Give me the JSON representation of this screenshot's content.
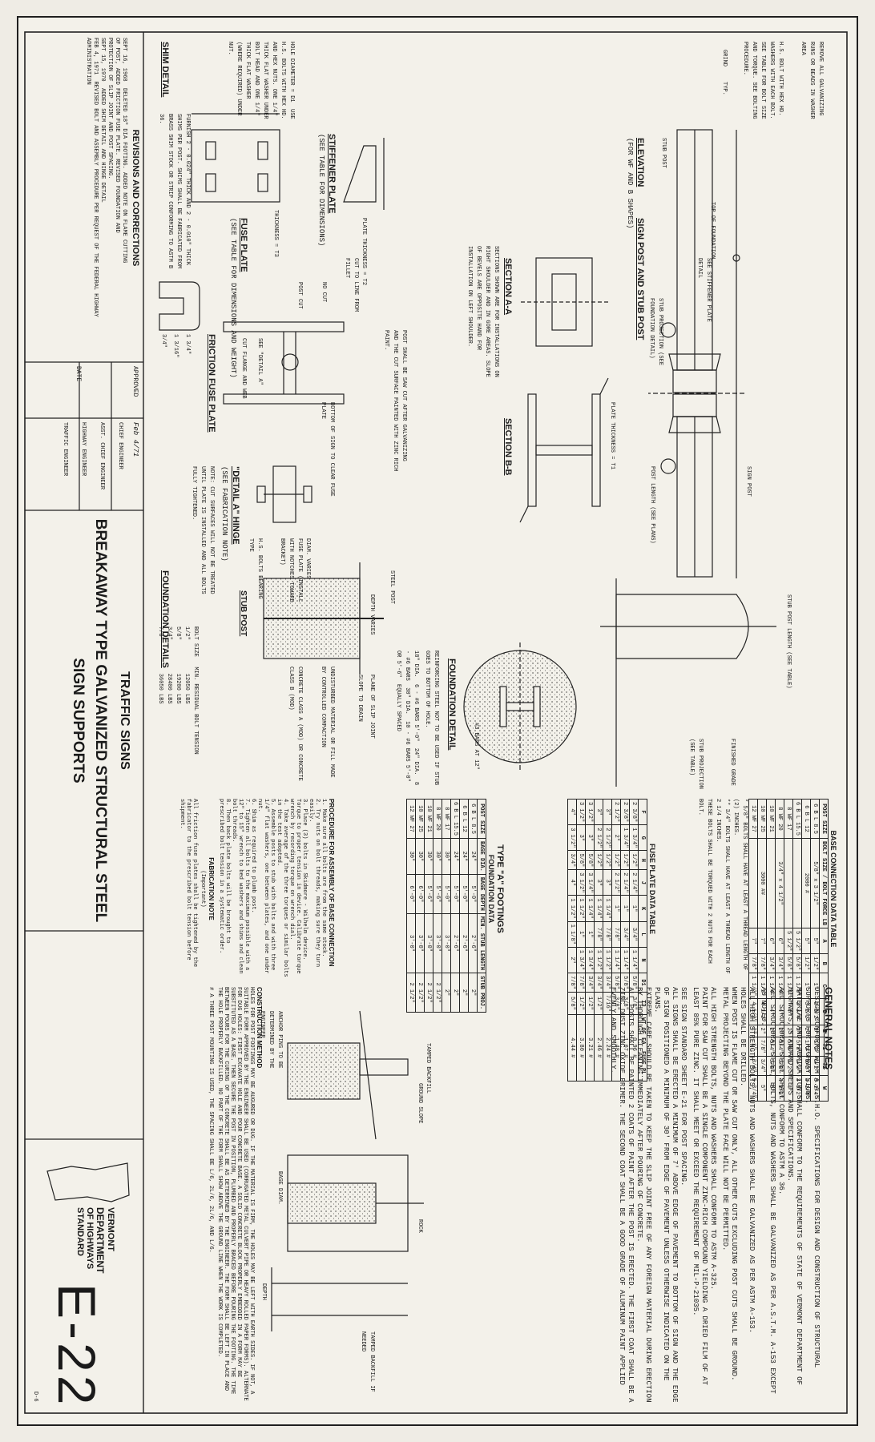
{
  "title_block": {
    "line1": "TRAFFIC SIGNS",
    "line2": "BREAKAWAY TYPE GALVANIZED STRUCTURAL STEEL",
    "line3": "SIGN SUPPORTS",
    "agency_state": "VERMONT",
    "agency_dept": "DEPARTMENT",
    "agency_of": "OF HIGHWAYS",
    "agency_std": "STANDARD",
    "sheet_number": "E-22",
    "sheet_code": "D-6"
  },
  "revisions": {
    "heading": "REVISIONS AND CORRECTIONS",
    "items": [
      {
        "date": "SEPT 16, 1968",
        "text": "DELETED 18\" DIA FOOTING. ADDED NOTE ON FLAME CUTTING"
      },
      {
        "date": "",
        "text": "OF POST, ADDED FRICTION FUSE PLATE. REVISED FOUNDATION AND"
      },
      {
        "date": "",
        "text": "PROTECTION OF SLIP JOINT AND POST SPACING."
      },
      {
        "date": "SEPT 15, 1970",
        "text": "ADDED SHIM DETAIL AND HINGE DETAIL"
      },
      {
        "date": "FEB 4, 1971",
        "text": "REVISED BOLT AND ASSEMBLY PROCEDURE PER REQUEST OF THE FEDERAL HIGHWAY ADMINISTRATION"
      }
    ],
    "approved_label": "APPROVED",
    "date_label": "DATE",
    "date_value": "Feb 4/71",
    "sig_traffic": "TRAFFIC ENGINEER",
    "sig_chief": "CHIEF ENGINEER",
    "sig_asst": "ASST. CHIEF ENGINEER",
    "sig_highway": "HIGHWAY ENGINEER"
  },
  "general_notes": {
    "heading": "GENERAL NOTES",
    "paras": [
      "DESIGN CONFORMS WITH A.A.S.H.O. SPECIFICATIONS FOR DESIGN AND CONSTRUCTION OF STRUCTURAL SUPPORTS FOR HIGHWAY SIGNS.",
      "MATERIAL AND FABRICATION SHALL CONFORM TO THE REQUIREMENTS OF STATE OF VERMONT DEPARTMENT OF HIGHWAYS, STANDARD SHEETS AND SPECIFICATIONS.",
      "ALL STRUCTURAL STEEL SHALL CONFORM TO ASTM A 36.",
      "ALL STRUCTURAL STEEL, BOLTS, NUTS AND WASHERS SHALL BE GALVANIZED AS PER A.S.T.M. A-153 EXCEPT AS NOTED.",
      "ALL HIGH STRENGTH BOLTS, NUTS AND WASHERS SHALL BE GALVANIZED AS PER ASTM A-153.",
      "HOLES SHALL BE DRILLED.",
      "WHEN POST IS FLAME CUT OR SAW CUT ONLY, ALL OTHER CUTS EXCLUDING POST CUTS SHALL BE GROUND. METAL PROJECTING BEYOND THE PLATE FACE WILL NOT BE PERMITTED.",
      "ALL HIGH STRENGTH BOLTS, NUTS AND WASHERS SHALL CONFORM TO ASTM A-325.",
      "PAINT FOR SAW CUT SHALL BE A SINGLE COMPONENT ZINC-RICH COMPOUND YIELDING A DRIED FILM OF AT LEAST 85% PURE ZINC. IT SHALL MEET OR EXCEED THE REQUIREMENT OF MIL-P-21035.",
      "SEE SIGN STANDARD SHEET E-21 FOR POST SPACING.",
      "ALL SIGNS SHALL BE ERECTED A MINIMUM OF 7' ABOVE EDGE OF PAVEMENT TO BOTTOM OF SIGN AND THE EDGE OF SIGN POSITIONED A MINIMUM OF 30' FROM EDGE OF PAVEMENT UNLESS OTHERWISE INDICATED ON THE PLANS.",
      "EXTREME CARE SHOULD BE TAKEN TO KEEP THE SLIP JOINT FREE OF ANY FOREIGN MATERIAL DURING ERECTION BY THOROUGH CLEANING IMMEDIATELY AFTER POURING OF CONCRETE.",
      "ALL POSTS SHALL BE PAINTED 2 COATS OF PAINT AFTER THE POST IS ERECTED. THE FIRST COAT SHALL BE A ZINC DUST ZINC OXIDE PRIMER. THE SECOND COAT SHALL BE A GOOD GRADE OF ALUMINUM PAINT APPLIED EVENLY AND SMOOTHLY."
    ]
  },
  "base_table": {
    "title": "BASE CONNECTION DATA TABLE",
    "headers": [
      "POST SIZE",
      "BOLT SIZE / BOLT FORCE LB",
      "A",
      "B",
      "C",
      "D",
      "E",
      "T1",
      "T2",
      "W"
    ],
    "rows": [
      [
        "6 B L 8.5",
        "5/8\" x 3 1/2\"",
        "5\"",
        "1/2\"",
        "1\"",
        "3 1/2\"",
        "2\"",
        "1/2\"",
        "1/2\"",
        "3 1/4\""
      ],
      [
        "6 B L 12",
        "2000 #",
        "5\"",
        "1/2\"",
        "1\"",
        "3 1/2\"",
        "2\"",
        "1/2\"",
        "1/2\"",
        "3 1/4\""
      ],
      [
        "6 B L 15.5",
        "",
        "5 1/2\"",
        "5/8\"",
        "1 1/8\"",
        "3 3/4\"",
        "2\"",
        "5/8\"",
        "1/2\"",
        "3 1/2\""
      ],
      [
        "8 WF 17",
        "",
        "5 1/2\"",
        "5/8\"",
        "1 1/4\"",
        "4\"",
        "2\"",
        "5/8\"",
        "1/2\"",
        "4\""
      ],
      [
        "8 WF 20",
        "3/4\" x 4 1/2\"",
        "6\"",
        "3/4\"",
        "1 1/4\"",
        "4\"",
        "2\"",
        "3/4\"",
        "5/8\"",
        "4 1/2\""
      ],
      [
        "10 WF 21",
        "",
        "6\"",
        "3/4\"",
        "1 1/4\"",
        "4\"",
        "2\"",
        "3/4\"",
        "5/8\"",
        "5\""
      ],
      [
        "10 WF 25",
        "3000 ##",
        "7\"",
        "7/8\"",
        "1 1/2\"",
        "4 1/2\"",
        "2\"",
        "7/8\"",
        "3/4\"",
        "5\""
      ],
      [
        "12 WF 27",
        "",
        "7\"",
        "7/8\"",
        "1 1/2\"",
        "4 1/2\"",
        "2\"",
        "1\"",
        "3/4\"",
        "5 3/4\""
      ]
    ],
    "footnotes": [
      "* 5/8\" BOLTS SHALL HAVE AT LEAST A THREAD LENGTH OF (2) INCHES.",
      "** 3/4\" BOLTS SHALL HAVE AT LEAST A THREAD LENGTH OF 2 1/4 INCHES.",
      "THESE BOLTS SHALL BE TORQUED WITH 2 NUTS FOR EACH BOLT."
    ]
  },
  "fuse_table": {
    "title": "FUSE PLATE DATA TABLE",
    "headers": [
      "F",
      "G",
      "H",
      "J",
      "K",
      "L",
      "N",
      "D1",
      "T3",
      "WT OF EA. FUSE PL."
    ],
    "rows": [
      [
        "2 3/8\"",
        "1 3/4\"",
        "1/2\"",
        "2 1/4\"",
        "1\"",
        "3/4\"",
        "1 1/4\"",
        "5/8\"",
        "3/8\"",
        "0.96 #"
      ],
      [
        "2 3/8\"",
        "1 3/4\"",
        "1/2\"",
        "2 1/4\"",
        "1\"",
        "3/4\"",
        "1 1/4\"",
        "5/8\"",
        "3/8\"",
        "1.07 #"
      ],
      [
        "2 1/2\"",
        "2\"",
        "1/2\"",
        "2 1/2\"",
        "1\"",
        "7/8\"",
        "1 1/4\"",
        "5/8\"",
        "3/8\"",
        "1.48 #"
      ],
      [
        "3\"",
        "2 1/2\"",
        "1/2\"",
        "3\"",
        "1 1/4\"",
        "7/8\"",
        "1 1/2\"",
        "3/4\"",
        "7/16\"",
        "2.24 #"
      ],
      [
        "3\"",
        "2 1/2\"",
        "1/2\"",
        "3\"",
        "1 1/4\"",
        "7/8\"",
        "1 1/2\"",
        "3/4\"",
        "1/2\"",
        "2.46 #"
      ],
      [
        "3 1/2\"",
        "3\"",
        "5/8\"",
        "3 1/4\"",
        "1 1/4\"",
        "1\"",
        "1 3/4\"",
        "3/4\"",
        "1/2\"",
        "3.21 #"
      ],
      [
        "3 1/2\"",
        "3\"",
        "5/8\"",
        "3 1/2\"",
        "1 1/2\"",
        "1\"",
        "1 3/4\"",
        "7/8\"",
        "1/2\"",
        "3.80 #"
      ],
      [
        "4\"",
        "3 1/2\"",
        "3/4\"",
        "4\"",
        "1 1/2\"",
        "1 1/8\"",
        "2\"",
        "7/8\"",
        "5/8\"",
        "4.44 #"
      ]
    ]
  },
  "foundation_table": {
    "heading": "TYPE \"A\" FOOTINGS",
    "title": "FOUNDATION DATA",
    "headers": [
      "POST SIZE",
      "BASE DIA.",
      "BASE DEPTH",
      "MIN. STUB LENGTH",
      "STUB PROJ."
    ],
    "rows": [
      [
        "6 B L 8.5",
        "24\"",
        "5'-0\"",
        "2'-6\"",
        "2\""
      ],
      [
        "6 B L 12",
        "24\"",
        "5'-0\"",
        "2'-6\"",
        "2\""
      ],
      [
        "6 B L 15.5",
        "24\"",
        "5'-0\"",
        "2'-6\"",
        "2\""
      ],
      [
        "8 WF 17",
        "30\"",
        "5'-0\"",
        "3'-0\"",
        "2\""
      ],
      [
        "8 WF 20",
        "30\"",
        "5'-6\"",
        "3'-0\"",
        "2 1/2\""
      ],
      [
        "10 WF 21",
        "30\"",
        "5'-6\"",
        "3'-0\"",
        "2 1/2\""
      ],
      [
        "10 WF 25",
        "30\"",
        "6'-0\"",
        "3'-0\"",
        "2 1/2\""
      ],
      [
        "12 WF 27",
        "30\"",
        "6'-0\"",
        "3'-0\"",
        "2 1/2\""
      ]
    ]
  },
  "procedures": {
    "heading": "PROCEDURE FOR ASSEMBLY OF BASE CONNECTION",
    "steps": [
      "1. Make sure all bolts are from the same stock.",
      "2. Try nuts on bolt threads, making sure they turn easily.",
      "3. Place (3) bolts in Skidmore - Wilhelm device. Torque to proper tension in device. Calibrate torque wrench by recording torque on wrench dial.",
      "4. Take average of the three torques or similar bolts in the test adopted.",
      "5. Assemble posts to stub with bolts and with three 1/4\" flat washers, one between plates, and one under nut.",
      "6. Shim as required to plumb post.",
      "7. Tighten all bolts to the maximum possible with a 12\" to 15\" wrench to bed washers and shims and clean bolt threads.",
      "8. Then back plate bolts will be brought to prescribed bolt tension in a systematic order."
    ],
    "fab_heading": "FABRICATION NOTE",
    "fab_sub": "(Important)",
    "fab_text": "All friction fuse plates shall be tightened by the fabricator to the prescribed bolt tension before shipment.",
    "bolt_heading_size": "BOLT SIZE",
    "bolt_heading_tension": "MIN. RESIDUAL BOLT TENSION",
    "bolt_rows": [
      [
        "1/2\"",
        "12050 LBS"
      ],
      [
        "5/8\"",
        "19200 LBS"
      ],
      [
        "3/4\"",
        "28400 LBS"
      ],
      [
        "7/8\"",
        "36050 LBS"
      ]
    ]
  },
  "construction": {
    "heading": "CONSTRUCTION METHOD",
    "text": "HOLES FOR POST FOOTINGS MAY BE AUGURED OR DUG. IF THE MATERIAL IS FIRM, THE HOLES MAY BE LEFT WITH EARTH SIDES. IF NOT, A SUITABLE FORM APPROVED BY THE ENGINEER SHALL BE USED (CORRUGATED METAL CULVERT PIPE OR HEAVY ROLLED PAPER FORMS). ALTERNATE FOR DUG HOLES: FIRST EXCAVATE HOLE AND POUR CONCRETE BASE. A SOLID CONCRETE BLOCK PROPERLY EMBEDDED IN A FORM MAY BE SUBSTITUTED AS A BASE. THEN SECURE THE POST IN POSITION, PLUMBED AND PROPERLY BRACED BEFORE POURING THE FOOTING. THE TIME BETWEEN POURS FOR THE CURING OF THE CONCRETE SHALL BE AS DETERMINED BY THE ENGINEER. THE FORM SHALL BE LEFT IN PLACE AND THE HOLE PROPERLY BACKFILLED. NO PART OF THE FORM SHALL SHOW ABOVE THE GROUND LINE WHEN THE WORK IS COMPLETED.",
    "footnote": "# A THREE POST MOUNTING IS USED, THE SPACING SHALL BE L/6, 2L/6, 2L/6, AND L/6."
  },
  "labels": {
    "elevation": "ELEVATION",
    "elevation_sub": "(FOR WF AND B SHAPES)",
    "sign_stub_post": "SIGN POST AND STUB POST",
    "section_aa": "SECTION A-A",
    "section_bb": "SECTION B-B",
    "section_aa_note": "SECTIONS SHOWN ARE FOR INSTALLATIONS ON RIGHT SHOULDER AND IN GORE AREAS. SLOPE OF BEVELS ARE OPPOSITE HAND FOR INSTALLATION ON LEFT SHOULDER.",
    "stiffener_plate": "STIFFENER PLATE",
    "stiffener_sub": "(SEE TABLE FOR DIMENSIONS)",
    "plate_thickness_t2": "PLATE THICKNESS = T2",
    "plate_thickness_t1": "PLATE THICKNESS = T1",
    "fuse_plate": "FUSE PLATE",
    "fuse_sub": "(SEE TABLE FOR DIMENSIONS AND WEIGHT)",
    "fuse_note": "HOLE DIAMETER = D1  USE H.S. BOLTS WITH HEX HD. AND HEX NUTS. ONE 1/4\" THICK FLAT WASHER UNDER BOLT HEAD AND ONE 1/4\" THICK FLAT WASHER (WHERE REQUIRED) UNDER NUT.",
    "fuse_t3": "THICKNESS = T3",
    "friction_fuse": "FRICTION FUSE PLATE",
    "friction_note": "POST SHALL BE SAW CUT AFTER GALVANIZING AND THE CUT SURFACE PAINTED WITH ZINC RICH PAINT.",
    "cut_to_line": "CUT TO LINE FROM FILLET",
    "no_cut": "NO CUT",
    "post_cut": "POST CUT",
    "see_detail_a": "SEE \"DETAIL A\"",
    "cut_flange": "CUT FLANGE AND WEB",
    "bottom_sign": "BOTTOM OF SIGN TO CLEAR FUSE PLATE",
    "detail_a": "\"DETAIL A\" HINGE",
    "detail_a_sub": "(SEE FABRICATION NOTE)",
    "detail_a_note": "NOTE: CUT SURFACES WILL NOT BE TREATED UNTIL PLATE IS INSTALLED AND ALL BOLTS FULLY TIGHTENED.",
    "hs_bolts": "H.S. BOLTS BEARING TYPE",
    "fuse_install": "FUSE PLATE (INSTALL WITH NOTCHES TOWARD BRACKET)",
    "shim_detail": "SHIM DETAIL",
    "shim_note": "FURNISH 2 - 0.024\" THICK AND 2 - 0.010\" THICK SHIMS PER POST. SHIMS SHALL BE FABRICATED FROM BRASS SHIM STOCK OR STRIP CONFORMING TO ASTM B 36.",
    "shim_dim1": "1 3/4\"",
    "shim_dim2": "1 3/16\"",
    "shim_dim3": "3/4\"",
    "foundation_detail": "FOUNDATION DETAIL",
    "foundation_details": "FOUNDATION DETAILS",
    "stub_post": "STUB POST",
    "stub_post_length": "STUB POST LENGTH (SEE TABLE)",
    "finished_grade": "FINISHED GRADE",
    "stub_projection": "STUB PROJECTION (SEE TABLE)",
    "bars": "#3 BARS AT 12\"",
    "reinf": "REINFORCING STEEL NOT TO BE USED IF STUB GOES TO BOTTOM OF HOLE.",
    "reinf_spec": "18\" DIA.  6 - #6 BARS 5'-0\"  24\" DIA.  8 - #6 BARS  30\" DIA.  10 - #6 BARS 5'-0\" OR 5'-6\"  EQUALLY SPACED",
    "steel_post": "STEEL POST",
    "plane_slip": "PLANE OF SLIP JOINT",
    "slope_drain": "SLOPE TO DRAIN",
    "undisturbed": "UNDISTURBED MATERIAL OR FILL MADE BY CONTROLLED COMPACTION",
    "concrete": "CONCRETE CLASS A (MOD) OR CONCRETE CLASS B (MOD)",
    "depth_varies": "DEPTH VARIES",
    "diam_varies": "DIAM. VARIES",
    "tamped": "TAMPED BACKFILL",
    "tamped_if": "TAMPED BACKFILL IF NEEDED",
    "ground_slope": "GROUND SLOPE",
    "anchor_pins": "ANCHOR PINS TO BE DETERMINED BY THE ENGINEER",
    "base_diam": "BASE DIAM.",
    "depth": "DEPTH",
    "rock": "ROCK",
    "stub_post_lbl": "STUB POST",
    "sign_post_lbl": "SIGN POST",
    "post_length": "POST LENGTH (SEE PLANS)",
    "stub_proj_note": "STUB PROJECTION (SEE FOUNDATION DETAIL)",
    "top_of_found": "TOP OF FOUNDATION",
    "remove_galv": "REMOVE ALL GALVANIZING RUNS OR BEADS IN WASHER AREA",
    "hs_bolt_hex": "H.S. BOLT WITH HEX HD. WASHERS WITH EACH BOLT. SEE TABLE FOR BOLT SIZE AND TORQUE. SEE BOLTING PROCEDURE.",
    "see_stiffener": "SEE STIFFENER PLATE DETAIL",
    "grind": "GRIND",
    "typ": "TYP."
  }
}
